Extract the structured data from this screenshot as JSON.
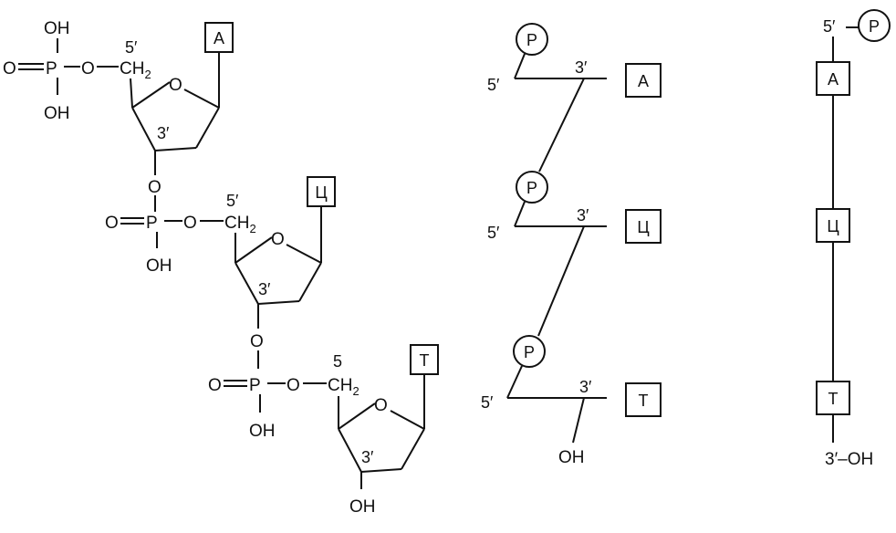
{
  "panel_a": {
    "unit1": {
      "oh_top": "OH",
      "o_dbl": "O",
      "p": "P",
      "o_link": "O",
      "oh_bottom": "OH",
      "ch": "CH",
      "ch_sub": "2",
      "c5": "5′",
      "ring_o": "O",
      "c3": "3′",
      "base": "A"
    },
    "unit2": {
      "o_bridge": "O",
      "o_dbl": "O",
      "p": "P",
      "o_link": "O",
      "oh_bottom": "OH",
      "ch": "CH",
      "ch_sub": "2",
      "c5": "5′",
      "ring_o": "O",
      "c3": "3′",
      "base": "Ц"
    },
    "unit3": {
      "o_bridge": "O",
      "o_dbl": "O",
      "p": "P",
      "o_link": "O",
      "oh_bottom": "OH",
      "ch": "CH",
      "ch_sub": "2",
      "c5": "5",
      "ring_o": "O",
      "c3": "3′",
      "oh_end": "OH",
      "base": "T"
    }
  },
  "panel_b": {
    "p1": "P",
    "p2": "P",
    "p3": "P",
    "five1": "5′",
    "five2": "5′",
    "five3": "5′",
    "three1": "3′",
    "three2": "3′",
    "three3": "3′",
    "base1": "A",
    "base2": "Ц",
    "base3": "T",
    "oh": "OH"
  },
  "panel_c": {
    "five": "5′",
    "p": "P",
    "base1": "A",
    "base2": "Ц",
    "base3": "T",
    "three_oh": "3′–OH"
  }
}
